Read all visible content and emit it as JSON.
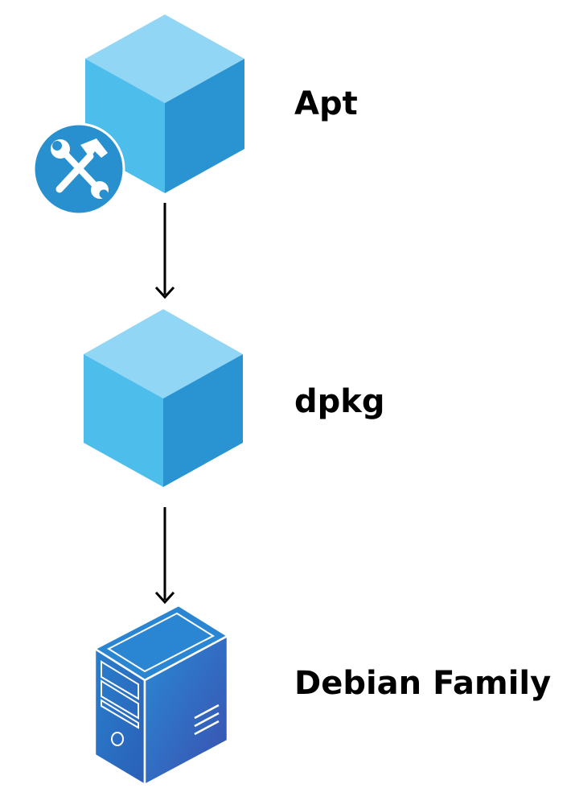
{
  "nodes": [
    {
      "id": "apt",
      "label": "Apt",
      "icon": "package-cube-with-tools-icon"
    },
    {
      "id": "dpkg",
      "label": "dpkg",
      "icon": "package-cube-icon"
    },
    {
      "id": "debian",
      "label": "Debian Family",
      "icon": "server-tower-icon"
    }
  ],
  "edges": [
    {
      "from": "apt",
      "to": "dpkg"
    },
    {
      "from": "dpkg",
      "to": "debian"
    }
  ],
  "colors": {
    "cube_top": "#92d6f5",
    "cube_left": "#4dbdec",
    "cube_right": "#2a94d2",
    "tools_badge": "#2890cf",
    "server_front": "#2a6fc0",
    "server_side": "#1f5fb5",
    "server_top": "#2a86d2",
    "arrow": "#000000",
    "text": "#000000"
  }
}
